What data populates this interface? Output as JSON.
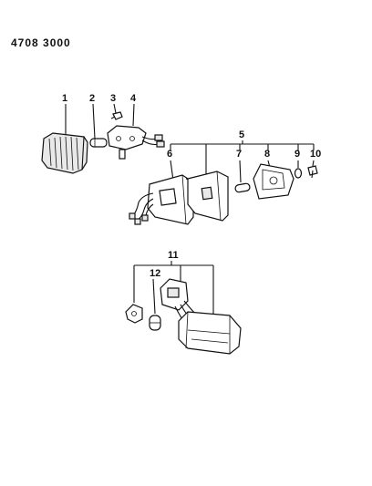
{
  "header": {
    "code": "4708 3000"
  },
  "callouts": {
    "c1": "1",
    "c2": "2",
    "c3": "3",
    "c4": "4",
    "c5": "5",
    "c6": "6",
    "c7": "7",
    "c8": "8",
    "c9": "9",
    "c10": "10",
    "c11": "11",
    "c12": "12"
  }
}
